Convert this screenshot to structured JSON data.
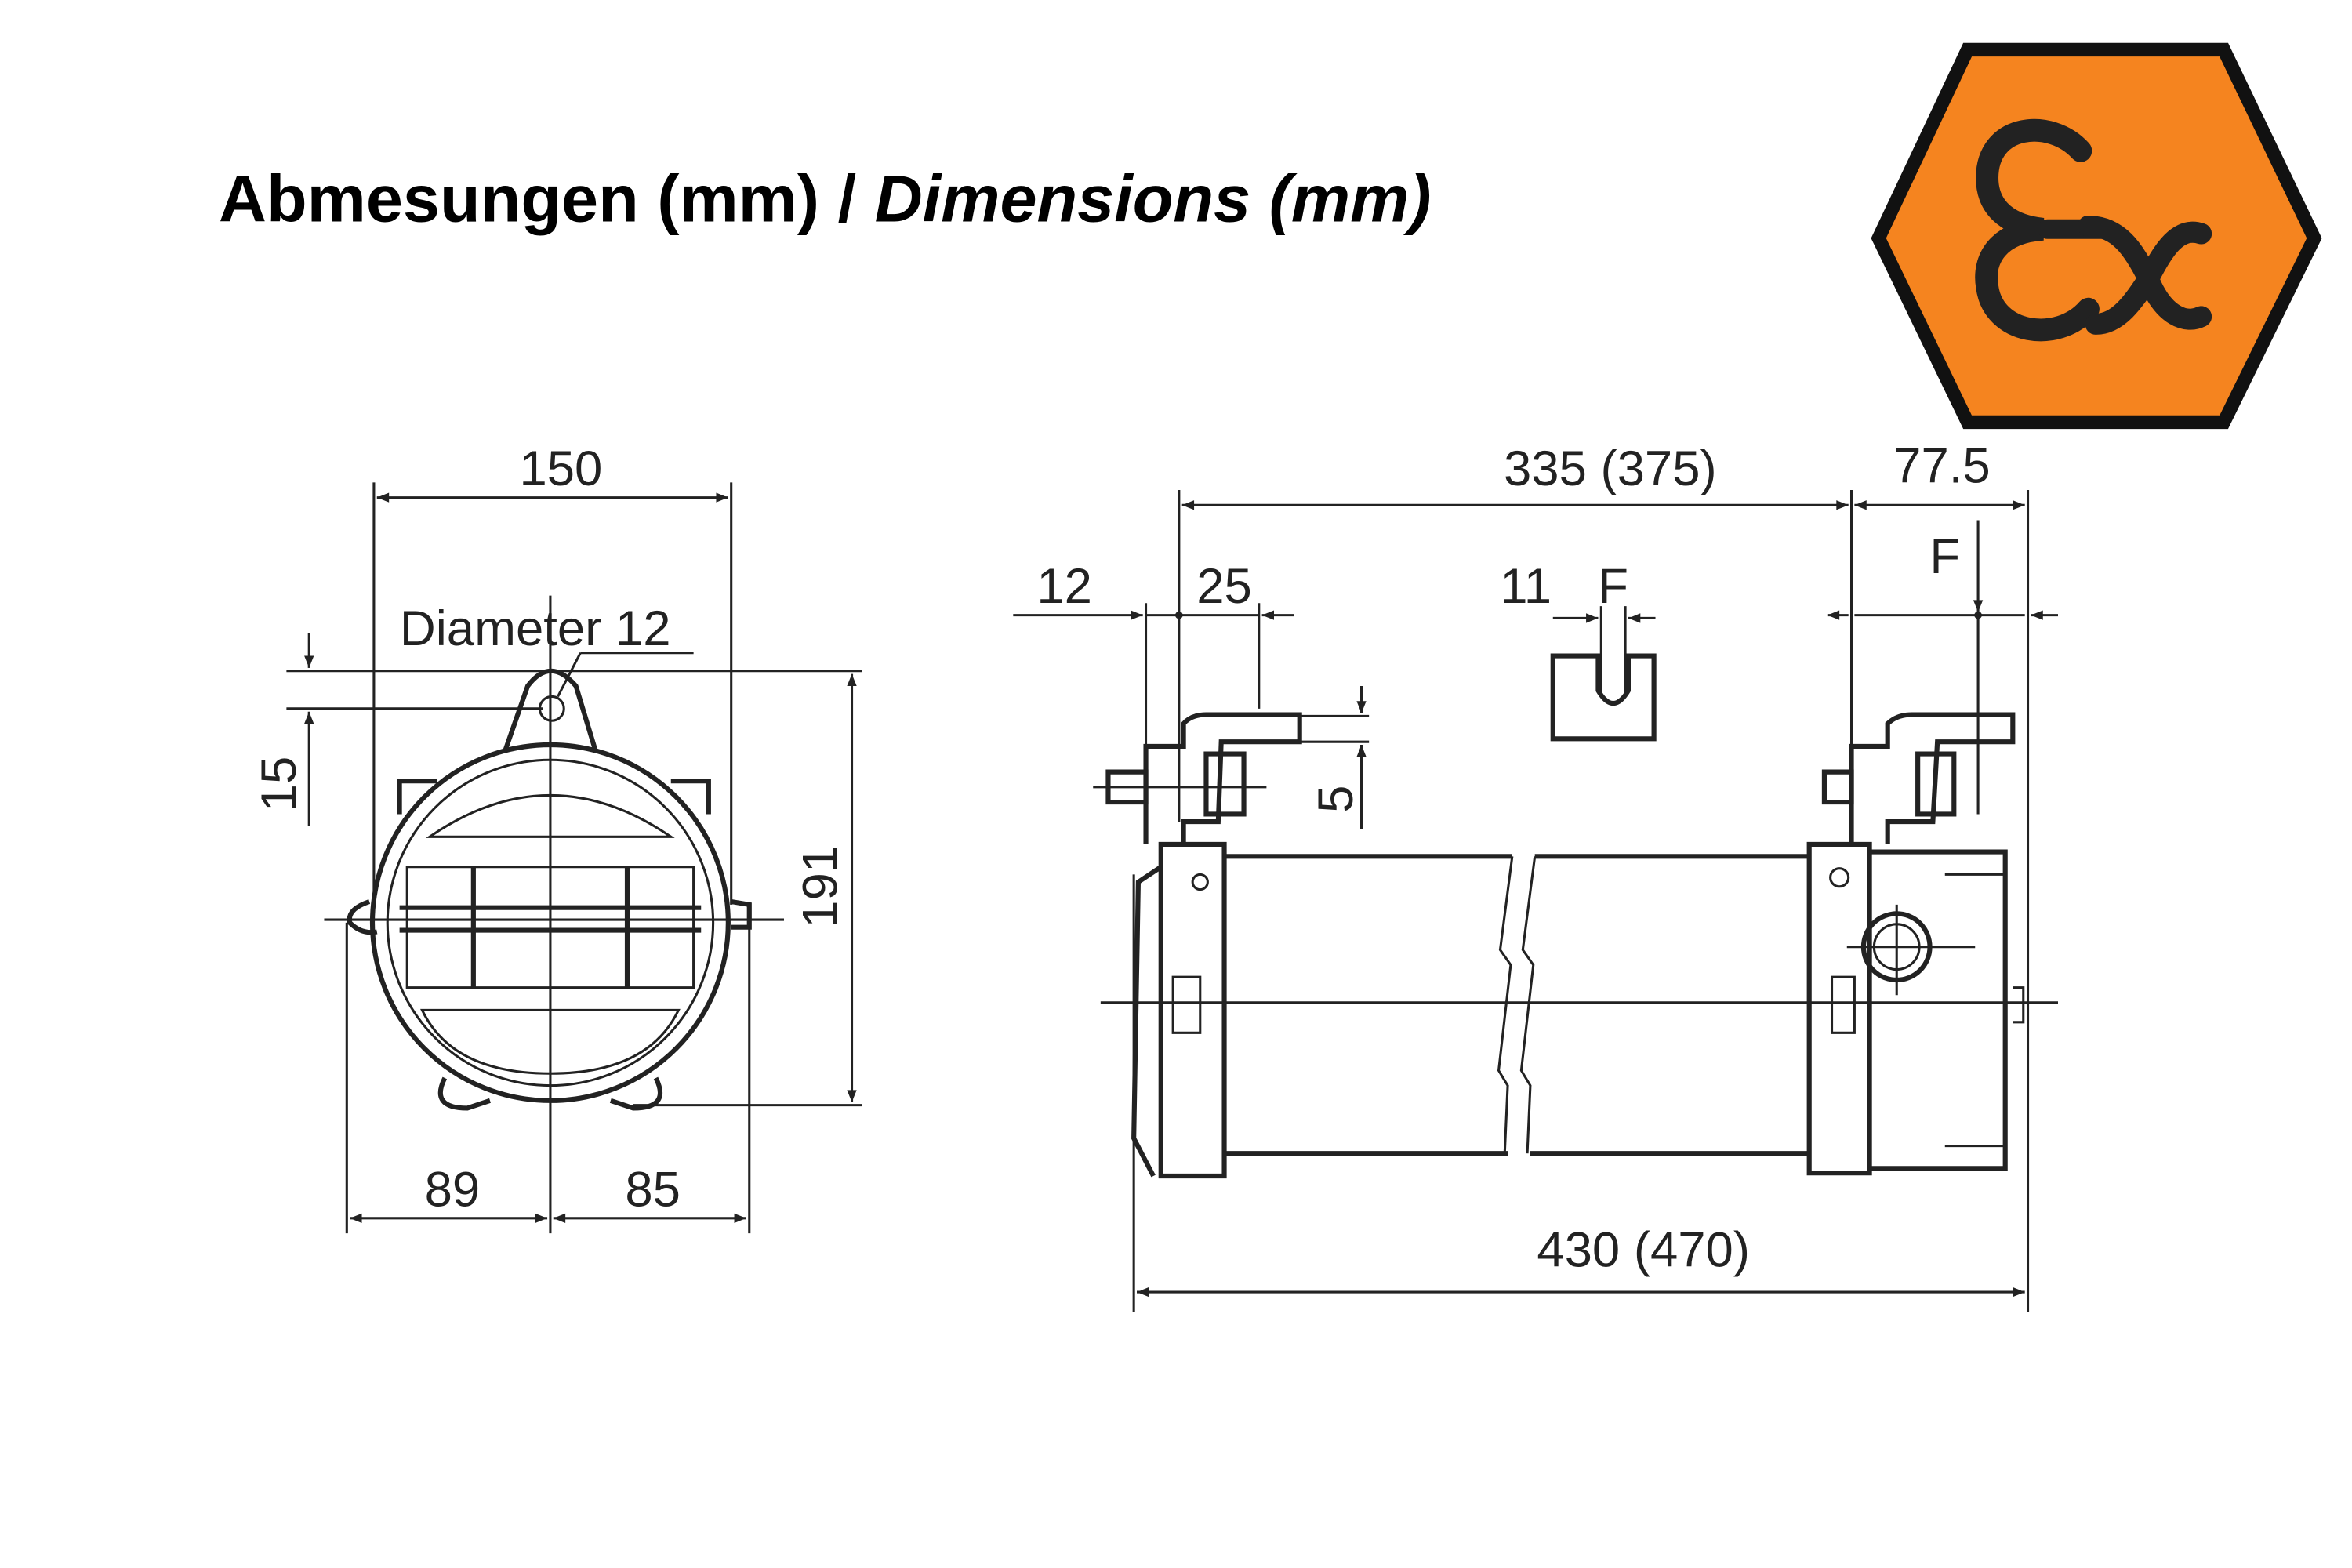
{
  "title": {
    "german": "Abmesungen (mm) / ",
    "english": "Dimensions (mm)"
  },
  "logo": {
    "label": "Ex",
    "fill_color": "#F5841F",
    "border_color": "#111111"
  },
  "front_view": {
    "width": "150",
    "hole_label": "Diameter 12",
    "hole_offset": "15",
    "height": "191",
    "left_offset": "89",
    "right_offset": "85"
  },
  "side_view": {
    "mount_spacing": "335 (375)",
    "right_offset": "77.5",
    "left_offset": "12",
    "bracket_width": "25",
    "slot_width": "11",
    "slot_label": "F",
    "right_f_label": "F",
    "bracket_height": "5",
    "total_length": "430 (470)"
  }
}
